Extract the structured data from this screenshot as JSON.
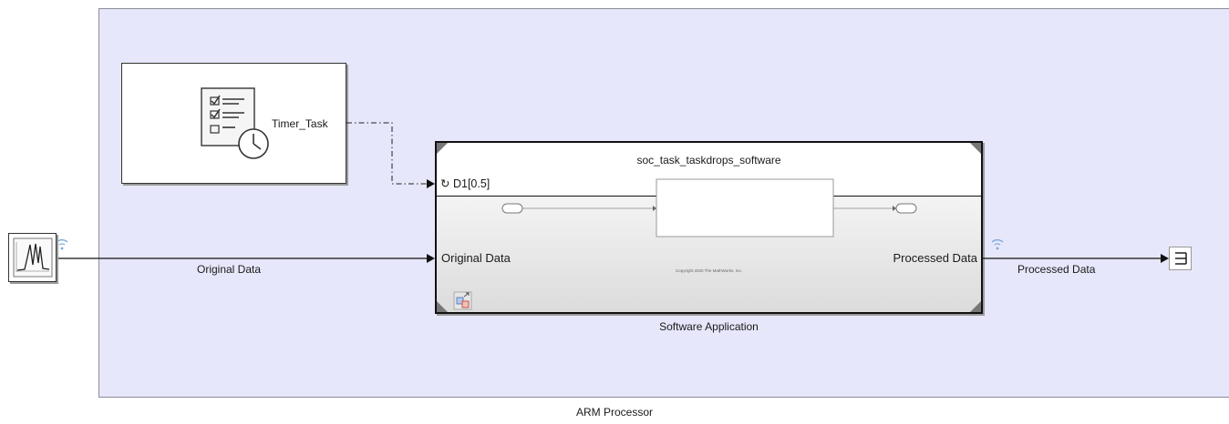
{
  "processor": {
    "label": "ARM Processor",
    "fill_color": "#e7e7fb"
  },
  "task_block": {
    "port_label": "Timer_Task",
    "icon": "task-list-clock-icon"
  },
  "model_block": {
    "name": "soc_task_taskdrops_software",
    "event_port_label": "D1[0.5]",
    "input_port_label": "Original Data",
    "output_port_label": "Processed Data",
    "copyright": "Copyright 2020 The MathWorks, Inc.",
    "caption": "Software Application",
    "icon": "model-reference-icon"
  },
  "signals": {
    "input_label": "Original Data",
    "output_label": "Processed Data"
  },
  "source_block": {
    "icon": "signal-source-icon"
  },
  "sink_block": {
    "icon": "terminator-icon"
  }
}
